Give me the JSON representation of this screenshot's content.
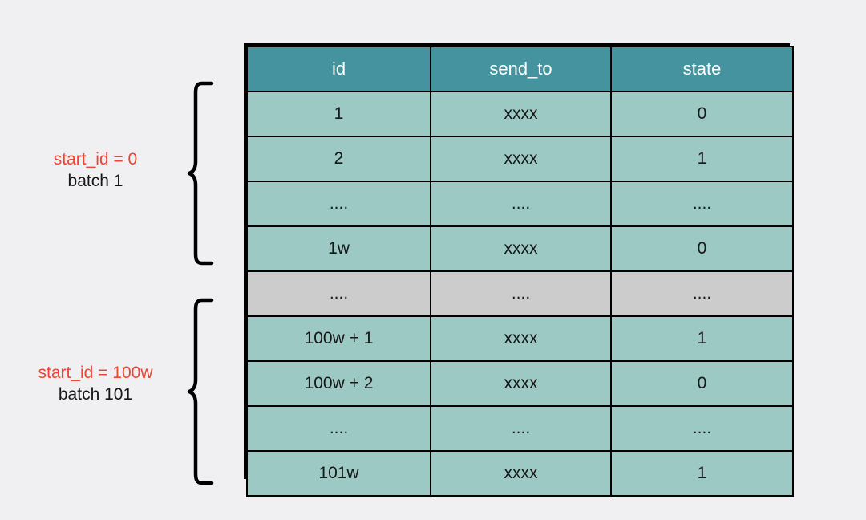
{
  "diagram": {
    "background_color": "#f0f0f2",
    "accent_red": "#ee4433",
    "header_color": "#45939e",
    "row_color": "#9dc9c4",
    "gap_row_color": "#cccccc"
  },
  "table": {
    "columns": [
      "id",
      "send_to",
      "state"
    ],
    "rows": [
      {
        "id": "1",
        "send_to": "xxxx",
        "state": "0",
        "kind": "data"
      },
      {
        "id": "2",
        "send_to": "xxxx",
        "state": "1",
        "kind": "data"
      },
      {
        "id": "....",
        "send_to": "....",
        "state": "....",
        "kind": "data"
      },
      {
        "id": "1w",
        "send_to": "xxxx",
        "state": "0",
        "kind": "data"
      },
      {
        "id": "....",
        "send_to": "....",
        "state": "....",
        "kind": "gap"
      },
      {
        "id": "100w + 1",
        "send_to": "xxxx",
        "state": "1",
        "kind": "data"
      },
      {
        "id": "100w + 2",
        "send_to": "xxxx",
        "state": "0",
        "kind": "data"
      },
      {
        "id": "....",
        "send_to": "....",
        "state": "....",
        "kind": "data"
      },
      {
        "id": "101w",
        "send_to": "xxxx",
        "state": "1",
        "kind": "data"
      }
    ]
  },
  "groups": [
    {
      "start_id_label": "start_id = 0",
      "batch_label": "batch 1",
      "covers_rows": [
        0,
        1,
        2,
        3
      ]
    },
    {
      "start_id_label": "start_id = 100w",
      "batch_label": "batch 101",
      "covers_rows": [
        5,
        6,
        7,
        8
      ]
    }
  ]
}
